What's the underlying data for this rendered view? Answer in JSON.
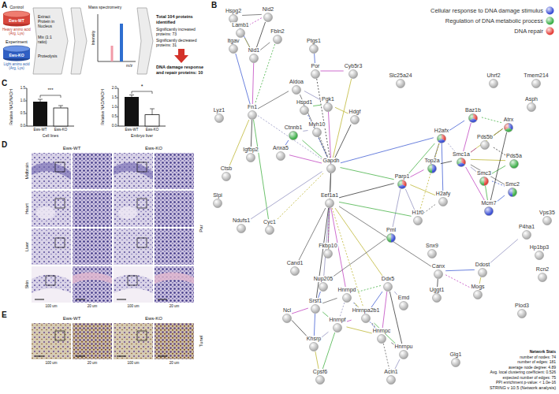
{
  "diagram": {
    "nodes": [
      {
        "text": [
          "Hspg2"
        ]
      },
      {
        "text": [
          "Nid2"
        ]
      },
      {
        "text": [
          "Lamb1"
        ]
      },
      {
        "text": [
          "Fbln2"
        ]
      },
      {
        "text": [
          "Itgav"
        ]
      },
      {
        "text": [
          "Nid1"
        ]
      },
      {
        "text": [
          "Ptgs1"
        ]
      },
      {
        "text": [
          "Por"
        ]
      },
      {
        "text": [
          "Cyb5r3"
        ]
      },
      {
        "text": [
          "Slc25a24"
        ]
      },
      {
        "text": [
          "Uhrf2"
        ]
      },
      {
        "text": [
          "Tmem214"
        ]
      },
      {
        "text": [
          "Aldoa"
        ]
      },
      {
        "text": [
          "Asph"
        ]
      },
      {
        "text": [
          "Hspd1"
        ]
      },
      {
        "text": [
          "Pgk1"
        ]
      },
      {
        "text": [
          "Fn1"
        ]
      },
      {
        "text": [
          "Lyz1"
        ]
      },
      {
        "text": [
          "Hdgf"
        ]
      },
      {
        "text": [
          "Baz1b"
        ]
      },
      {
        "text": [
          "Atrx"
        ]
      },
      {
        "text": [
          "Myh10"
        ]
      },
      {
        "text": [
          "Ctnnb1"
        ]
      },
      {
        "text": [
          "H2afx"
        ]
      },
      {
        "text": [
          "Pds5b"
        ]
      },
      {
        "text": [
          "Anxa5"
        ]
      },
      {
        "text": [
          "Igfbp2"
        ]
      },
      {
        "text": [
          "Smc1a"
        ]
      },
      {
        "text": [
          "Pds5a"
        ]
      },
      {
        "text": [
          "Gapdh"
        ]
      },
      {
        "text": [
          "Top2a"
        ]
      },
      {
        "text": [
          "Ctsb"
        ]
      },
      {
        "text": [
          "Smc3"
        ]
      },
      {
        "text": [
          "Parp1"
        ]
      },
      {
        "text": [
          "Smc2"
        ]
      },
      {
        "text": [
          "H2afy"
        ]
      },
      {
        "text": [
          "Eef1a1"
        ]
      },
      {
        "text": [
          "Slpi"
        ]
      },
      {
        "text": [
          "Mcm7"
        ]
      },
      {
        "text": [
          "H1f0"
        ]
      },
      {
        "text": [
          "Ndufs1"
        ]
      },
      {
        "text": [
          "Cyc1"
        ]
      },
      {
        "text": [
          "P4ha1"
        ]
      },
      {
        "text": [
          "Pml"
        ]
      },
      {
        "text": [
          "Snx9"
        ]
      },
      {
        "text": [
          "Fkbp10"
        ]
      },
      {
        "text": [
          "Hp1bp3"
        ]
      },
      {
        "text": [
          "Cand1"
        ]
      },
      {
        "text": [
          "Canx"
        ]
      },
      {
        "text": [
          "Ddost"
        ]
      },
      {
        "text": [
          "Rcn2"
        ]
      },
      {
        "text": [
          "Ddx5"
        ]
      },
      {
        "text": [
          "Nup205"
        ]
      },
      {
        "text": [
          "Mogs"
        ]
      },
      {
        "text": [
          "Uggt1"
        ]
      },
      {
        "text": [
          "Hnrnpd"
        ]
      },
      {
        "text": [
          "Emd"
        ]
      },
      {
        "text": [
          "Srsf1"
        ]
      },
      {
        "text": [
          "Plod3"
        ]
      },
      {
        "text": [
          "Ncl"
        ]
      },
      {
        "text": [
          "Hnrnpa2b1"
        ]
      },
      {
        "text": [
          "Hnrnpf"
        ]
      },
      {
        "text": [
          "Hnrnpc"
        ]
      },
      {
        "text": [
          "Khsrp"
        ]
      },
      {
        "text": [
          "Hnrnpu"
        ]
      },
      {
        "text": [
          "Glg1"
        ]
      },
      {
        "text": [
          "Cpsf6"
        ]
      },
      {
        "text": [
          "Acin1"
        ]
      },
      {
        "text": [
          "Vps35"
        ]
      }
    ],
    "edges": [
      {
        "from": 0,
        "to": 1,
        "arrow": "none"
      },
      {
        "from": 0,
        "to": 2,
        "arrow": "none"
      },
      {
        "from": 0,
        "to": 5,
        "arrow": "none"
      },
      {
        "from": 1,
        "to": 2,
        "arrow": "none"
      },
      {
        "from": 1,
        "to": 5,
        "arrow": "none"
      },
      {
        "from": 2,
        "to": 5,
        "arrow": "none"
      },
      {
        "from": 2,
        "to": 4,
        "arrow": "none"
      },
      {
        "from": 3,
        "to": 5,
        "arrow": "none"
      },
      {
        "from": 3,
        "to": 16,
        "arrow": "none"
      },
      {
        "from": 4,
        "to": 16,
        "arrow": "none"
      },
      {
        "from": 5,
        "to": 16,
        "arrow": "none"
      },
      {
        "from": 16,
        "to": 26,
        "arrow": "none"
      },
      {
        "from": 16,
        "to": 31,
        "arrow": "none"
      },
      {
        "from": 16,
        "to": 29,
        "arrow": "none"
      },
      {
        "from": 16,
        "to": 12,
        "arrow": "none"
      },
      {
        "from": 16,
        "to": 41,
        "arrow": "none"
      },
      {
        "from": 6,
        "to": 7,
        "arrow": "none"
      },
      {
        "from": 7,
        "to": 8,
        "arrow": "none"
      },
      {
        "from": 7,
        "to": 29,
        "arrow": "none"
      },
      {
        "from": 8,
        "to": 29,
        "arrow": "none"
      },
      {
        "from": 12,
        "to": 15,
        "arrow": "none"
      },
      {
        "from": 12,
        "to": 29,
        "arrow": "none"
      },
      {
        "from": 14,
        "to": 15,
        "arrow": "none"
      },
      {
        "from": 14,
        "to": 29,
        "arrow": "none"
      },
      {
        "from": 15,
        "to": 29,
        "arrow": "none"
      },
      {
        "from": 18,
        "to": 29,
        "arrow": "none"
      },
      {
        "from": 15,
        "to": 18,
        "arrow": "none"
      },
      {
        "from": 21,
        "to": 22,
        "arrow": "none"
      },
      {
        "from": 21,
        "to": 29,
        "arrow": "none"
      },
      {
        "from": 22,
        "to": 29,
        "arrow": "none"
      },
      {
        "from": 22,
        "to": 25,
        "arrow": "none"
      },
      {
        "from": 25,
        "to": 29,
        "arrow": "none"
      },
      {
        "from": 29,
        "to": 36,
        "arrow": "none"
      },
      {
        "from": 29,
        "to": 41,
        "arrow": "none"
      },
      {
        "from": 29,
        "to": 40,
        "arrow": "none"
      },
      {
        "from": 29,
        "to": 45,
        "arrow": "none"
      },
      {
        "from": 29,
        "to": 33,
        "arrow": "none"
      },
      {
        "from": 29,
        "to": 23,
        "arrow": "none"
      },
      {
        "from": 36,
        "to": 45,
        "arrow": "none"
      },
      {
        "from": 36,
        "to": 33,
        "arrow": "none"
      },
      {
        "from": 36,
        "to": 51,
        "arrow": "none"
      },
      {
        "from": 36,
        "to": 52,
        "arrow": "none"
      },
      {
        "from": 36,
        "to": 47,
        "arrow": "none"
      },
      {
        "from": 19,
        "to": 20,
        "arrow": "none"
      },
      {
        "from": 19,
        "to": 23,
        "arrow": "none"
      },
      {
        "from": 19,
        "to": 27,
        "arrow": "none"
      },
      {
        "from": 20,
        "to": 24,
        "arrow": "none"
      },
      {
        "from": 20,
        "to": 27,
        "arrow": "none"
      },
      {
        "from": 23,
        "to": 27,
        "arrow": "none"
      },
      {
        "from": 23,
        "to": 30,
        "arrow": "none"
      },
      {
        "from": 23,
        "to": 33,
        "arrow": "none"
      },
      {
        "from": 23,
        "to": 35,
        "arrow": "none"
      },
      {
        "from": 24,
        "to": 27,
        "arrow": "none"
      },
      {
        "from": 24,
        "to": 28,
        "arrow": "none"
      },
      {
        "from": 27,
        "to": 28,
        "arrow": "none"
      },
      {
        "from": 27,
        "to": 32,
        "arrow": "none"
      },
      {
        "from": 27,
        "to": 34,
        "arrow": "none"
      },
      {
        "from": 28,
        "to": 32,
        "arrow": "none"
      },
      {
        "from": 32,
        "to": 34,
        "arrow": "none"
      },
      {
        "from": 30,
        "to": 33,
        "arrow": "none"
      },
      {
        "from": 27,
        "to": 30,
        "arrow": "none"
      },
      {
        "from": 33,
        "to": 35,
        "arrow": "none"
      },
      {
        "from": 33,
        "to": 39,
        "arrow": "none"
      },
      {
        "from": 35,
        "to": 39,
        "arrow": "none"
      },
      {
        "from": 32,
        "to": 38,
        "arrow": "none"
      },
      {
        "from": 34,
        "to": 38,
        "arrow": "none"
      },
      {
        "from": 27,
        "to": 38,
        "arrow": "none"
      },
      {
        "from": 20,
        "to": 38,
        "arrow": "none"
      },
      {
        "from": 23,
        "to": 39,
        "arrow": "none"
      },
      {
        "from": 33,
        "to": 43,
        "arrow": "none"
      },
      {
        "from": 43,
        "to": 52,
        "arrow": "none"
      },
      {
        "from": 36,
        "to": 39,
        "arrow": "none"
      },
      {
        "from": 48,
        "to": 49,
        "arrow": "none"
      },
      {
        "from": 48,
        "to": 53,
        "arrow": "none"
      },
      {
        "from": 48,
        "to": 54,
        "arrow": "none"
      },
      {
        "from": 49,
        "to": 53,
        "arrow": "none"
      },
      {
        "from": 42,
        "to": 49,
        "arrow": "none"
      },
      {
        "from": 36,
        "to": 48,
        "arrow": "none"
      },
      {
        "from": 51,
        "to": 55,
        "arrow": "none"
      },
      {
        "from": 51,
        "to": 60,
        "arrow": "none"
      },
      {
        "from": 51,
        "to": 62,
        "arrow": "none"
      },
      {
        "from": 51,
        "to": 64,
        "arrow": "none"
      },
      {
        "from": 55,
        "to": 60,
        "arrow": "none"
      },
      {
        "from": 55,
        "to": 61,
        "arrow": "none"
      },
      {
        "from": 55,
        "to": 57,
        "arrow": "none"
      },
      {
        "from": 57,
        "to": 61,
        "arrow": "none"
      },
      {
        "from": 57,
        "to": 63,
        "arrow": "none"
      },
      {
        "from": 60,
        "to": 61,
        "arrow": "none"
      },
      {
        "from": 60,
        "to": 62,
        "arrow": "none"
      },
      {
        "from": 61,
        "to": 62,
        "arrow": "none"
      },
      {
        "from": 61,
        "to": 63,
        "arrow": "none"
      },
      {
        "from": 62,
        "to": 64,
        "arrow": "none"
      },
      {
        "from": 60,
        "to": 64,
        "arrow": "none"
      },
      {
        "from": 55,
        "to": 62,
        "arrow": "none"
      },
      {
        "from": 57,
        "to": 59,
        "arrow": "none"
      },
      {
        "from": 59,
        "to": 63,
        "arrow": "none"
      },
      {
        "from": 63,
        "to": 66,
        "arrow": "none"
      },
      {
        "from": 64,
        "to": 67,
        "arrow": "none"
      },
      {
        "from": 62,
        "to": 67,
        "arrow": "none"
      },
      {
        "from": 61,
        "to": 66,
        "arrow": "none"
      },
      {
        "from": 52,
        "to": 57,
        "arrow": "none"
      },
      {
        "from": 36,
        "to": 55,
        "arrow": "none"
      },
      {
        "from": 36,
        "to": 57,
        "arrow": "none"
      },
      {
        "from": 36,
        "to": 60,
        "arrow": "none"
      },
      {
        "from": 56,
        "to": 51,
        "arrow": "none"
      }
    ],
    "labels": [
      "A",
      "Control",
      "Ews-WT",
      "Heavy amino acid (Arg, Lys)",
      "Experiment",
      "Ews-KO",
      "Light amino acid (Arg, Lys)",
      "Extract Protein in Nucleus",
      "Mix (1:1 ratio)",
      "Proteolysis",
      "Mass spectrometry",
      "Intensity",
      "m/z",
      "Total 104 proteins identified",
      "Significantly increased proteins: 73",
      "Significantly decreased proteins: 31",
      "DNA damage response and repair proteins: 10",
      "B",
      "C",
      "Relative NAD/NADH",
      "0.0",
      "0.5",
      "1.0",
      "1.5",
      "***",
      "Ews-WT",
      "Ews-KO",
      "Cell lines",
      "Relative NAD/NADH",
      "0.0",
      "0.5",
      "1.0",
      "1.5",
      "2.0",
      "*",
      "Ews-WT",
      "Ews-KO",
      "Embryo liver",
      "D",
      "Ews-WT",
      "Ews-KO",
      "Midbrain",
      "Heart",
      "Liver",
      "Skin",
      "100 um",
      "20 um",
      "100 um",
      "20 um",
      "Par",
      "E",
      "Ews-WT",
      "Ews-KO",
      "100 um",
      "20 um",
      "100 um",
      "20 um",
      "Tunel",
      "Network Stats",
      "number of nodes: 74",
      "number of edges: 181",
      "average node degree: 4.89",
      "Avg. local clustering coefficient: 0.526",
      "expected number of edges: 75",
      "PPI enrichment p-value: < 1.0e-16",
      "STRING v 10.5 (Network analysis)"
    ],
    "legend": [
      {
        "text": "Cellular response to DNA damage stimulus",
        "color": "#3b4fd6"
      },
      {
        "text": "Regulation of DNA metabolic process",
        "color": "#3fb04a"
      },
      {
        "text": "DNA repair",
        "color": "#e5403a"
      }
    ]
  }
}
